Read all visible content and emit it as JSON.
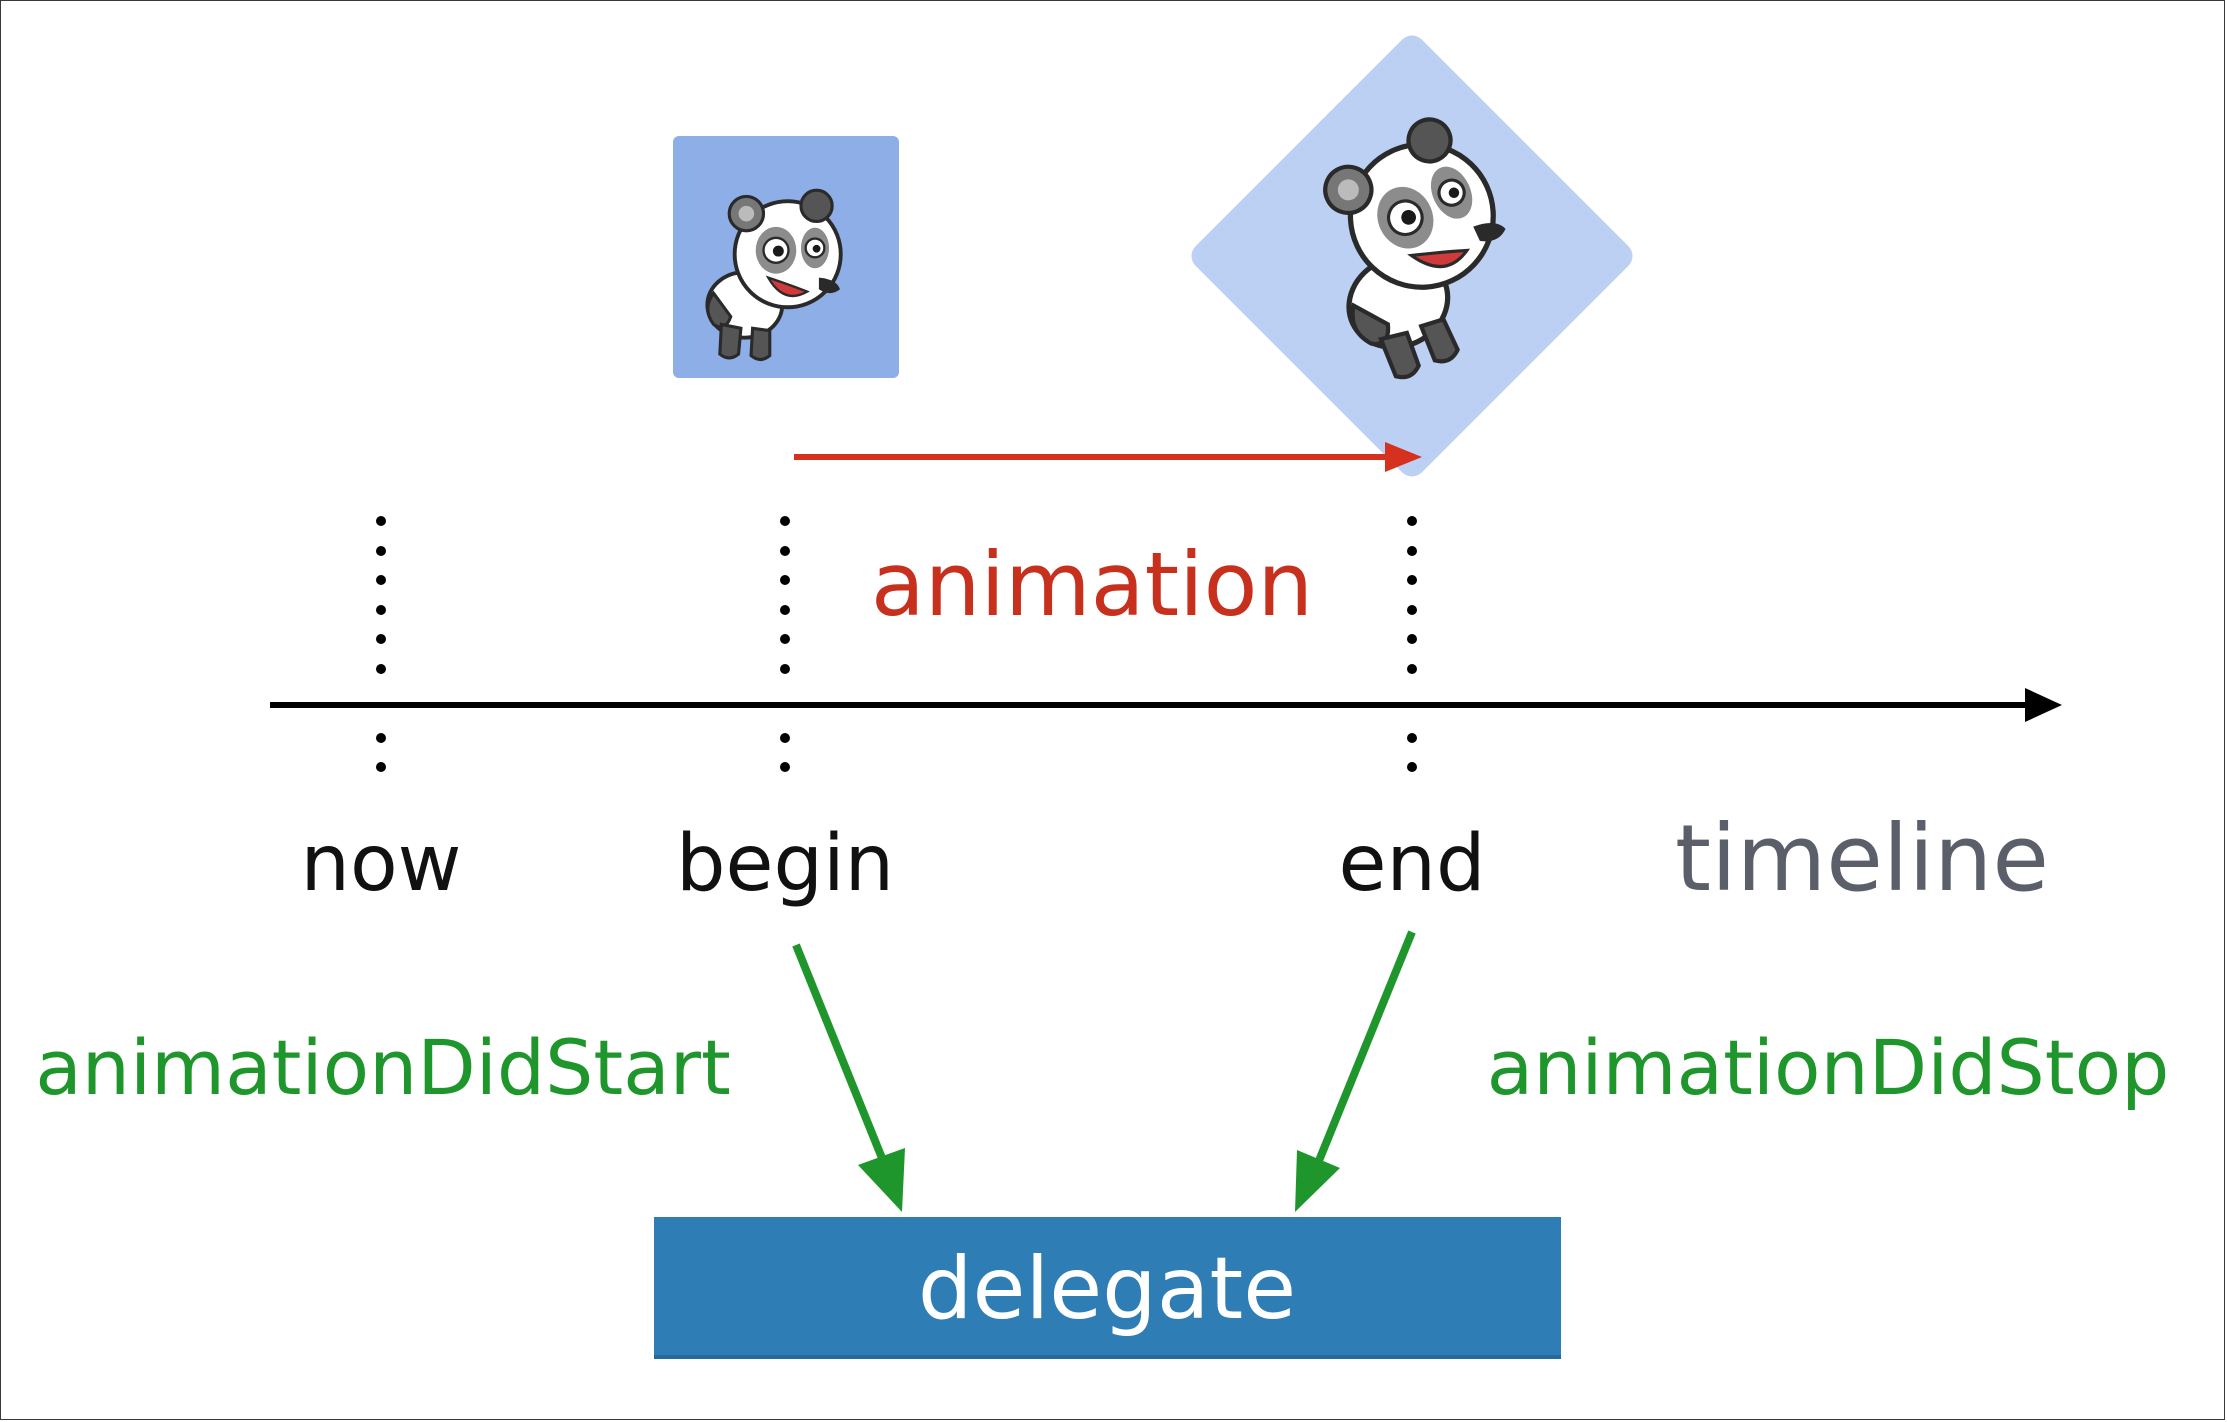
{
  "timeline": {
    "labels": {
      "now": "now",
      "begin": "begin",
      "end": "end",
      "axis": "timeline"
    }
  },
  "animation": {
    "label": "animation",
    "color": "#c8301e"
  },
  "callbacks": {
    "start": "animationDidStart",
    "stop": "animationDidStop",
    "color": "#1f962c"
  },
  "delegate": {
    "label": "delegate",
    "color": "#2e7db5"
  },
  "images": {
    "before": "panda-sprite-upright",
    "after": "panda-sprite-rotated"
  }
}
